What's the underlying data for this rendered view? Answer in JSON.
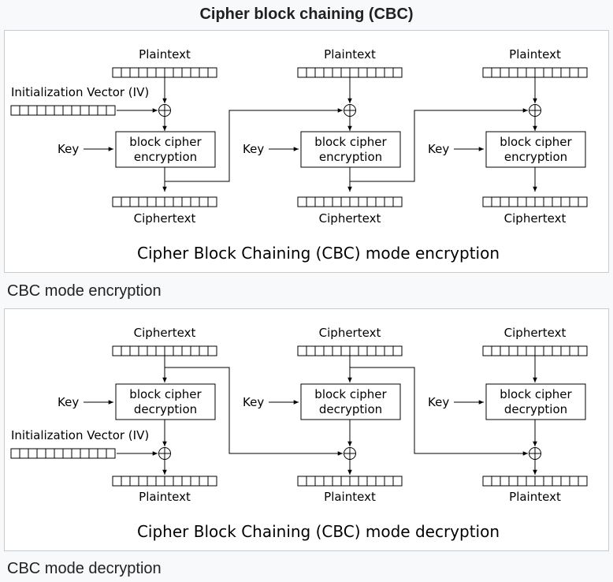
{
  "title": "Cipher block chaining (CBC)",
  "encryption": {
    "caption": "CBC mode encryption",
    "diagram_title": "Cipher Block Chaining (CBC) mode encryption",
    "top_label": "Plaintext",
    "bottom_label": "Ciphertext",
    "key_label": "Key",
    "block_line1": "block cipher",
    "block_line2": "encryption",
    "iv_label": "Initialization Vector (IV)"
  },
  "decryption": {
    "caption": "CBC mode decryption",
    "diagram_title": "Cipher Block Chaining (CBC) mode decryption",
    "top_label": "Ciphertext",
    "bottom_label": "Plaintext",
    "key_label": "Key",
    "block_line1": "block cipher",
    "block_line2": "decryption",
    "iv_label": "Initialization Vector (IV)"
  }
}
